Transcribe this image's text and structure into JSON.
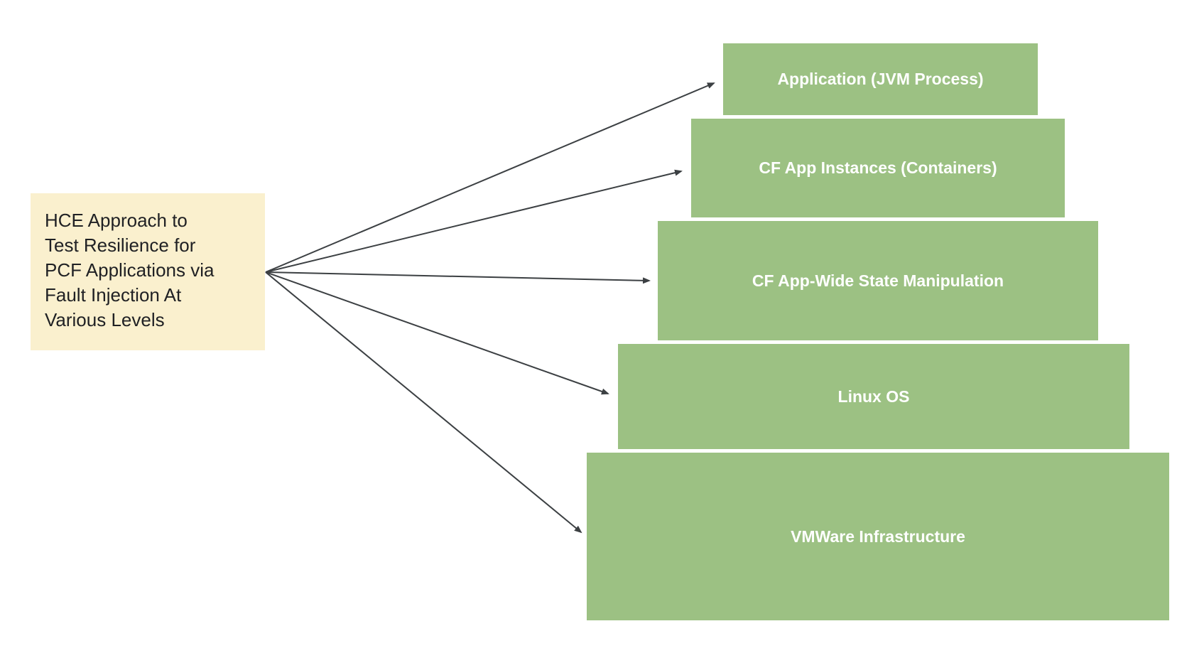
{
  "source_box": {
    "text": "HCE Approach to\nTest Resilience for\nPCF Applications via\nFault Injection At\nVarious Levels"
  },
  "levels": [
    {
      "label": "Application (JVM Process)"
    },
    {
      "label": "CF App Instances (Containers)"
    },
    {
      "label": "CF App-Wide State Manipulation"
    },
    {
      "label": "Linux OS"
    },
    {
      "label": "VMWare Infrastructure"
    }
  ],
  "colors": {
    "background": "#FFFFFF",
    "source_fill": "#FAF0CE",
    "source_text": "#202124",
    "level_fill": "#9CC183",
    "level_text": "#FFFFFF",
    "arrow": "#3C4043"
  }
}
